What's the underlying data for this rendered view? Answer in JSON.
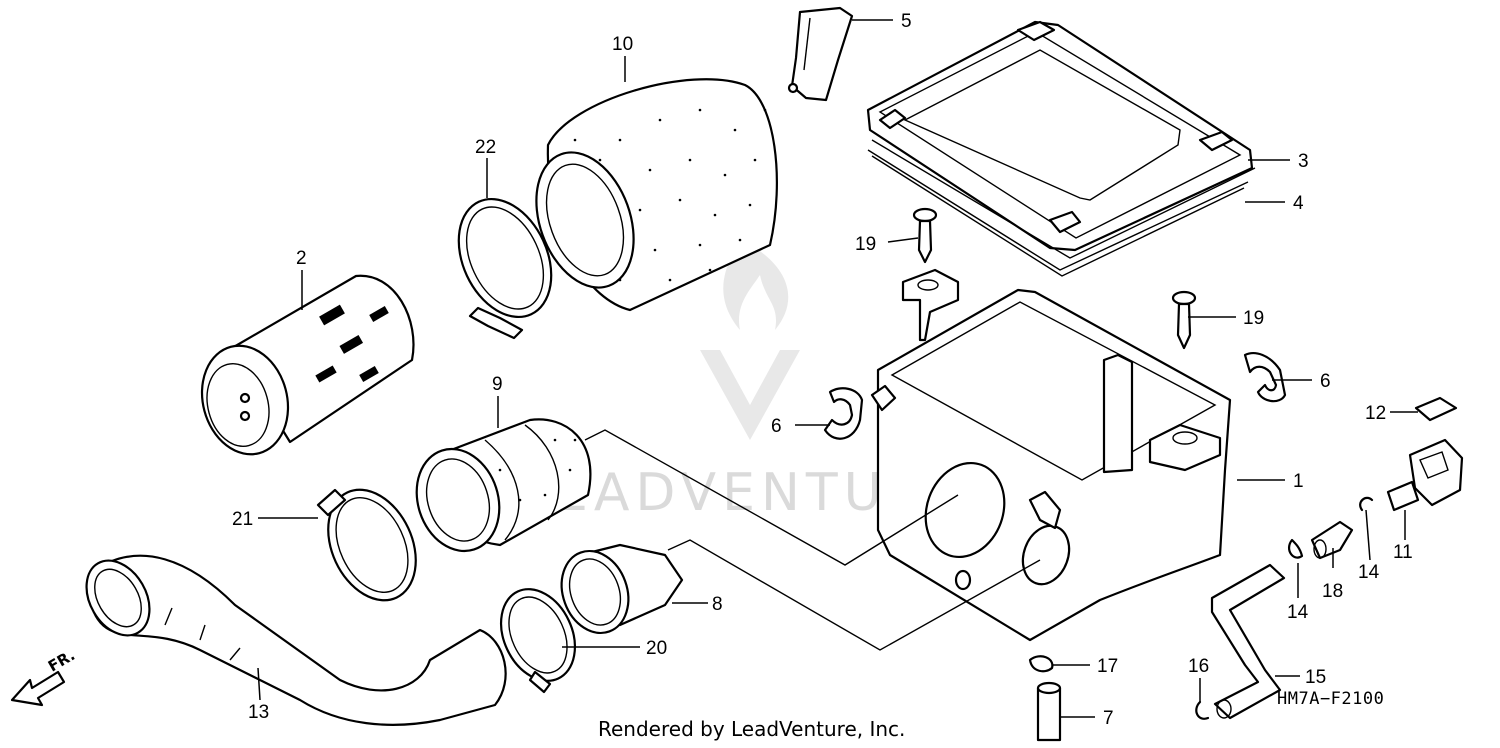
{
  "diagram": {
    "code": "HM7A−F2100",
    "credit": "Rendered by LeadVenture, Inc.",
    "watermark": "LEADVENTURE",
    "front_label": "FR.",
    "callouts": [
      {
        "id": "c1",
        "label": "1"
      },
      {
        "id": "c2",
        "label": "2"
      },
      {
        "id": "c3",
        "label": "3"
      },
      {
        "id": "c4",
        "label": "4"
      },
      {
        "id": "c5",
        "label": "5"
      },
      {
        "id": "c6a",
        "label": "6"
      },
      {
        "id": "c6b",
        "label": "6"
      },
      {
        "id": "c7",
        "label": "7"
      },
      {
        "id": "c8",
        "label": "8"
      },
      {
        "id": "c9",
        "label": "9"
      },
      {
        "id": "c10",
        "label": "10"
      },
      {
        "id": "c11",
        "label": "11"
      },
      {
        "id": "c12",
        "label": "12"
      },
      {
        "id": "c13",
        "label": "13"
      },
      {
        "id": "c14a",
        "label": "14"
      },
      {
        "id": "c14b",
        "label": "14"
      },
      {
        "id": "c15",
        "label": "15"
      },
      {
        "id": "c16",
        "label": "16"
      },
      {
        "id": "c17",
        "label": "17"
      },
      {
        "id": "c18",
        "label": "18"
      },
      {
        "id": "c19a",
        "label": "19"
      },
      {
        "id": "c19b",
        "label": "19"
      },
      {
        "id": "c20",
        "label": "20"
      },
      {
        "id": "c21",
        "label": "21"
      },
      {
        "id": "c22",
        "label": "22"
      }
    ]
  }
}
